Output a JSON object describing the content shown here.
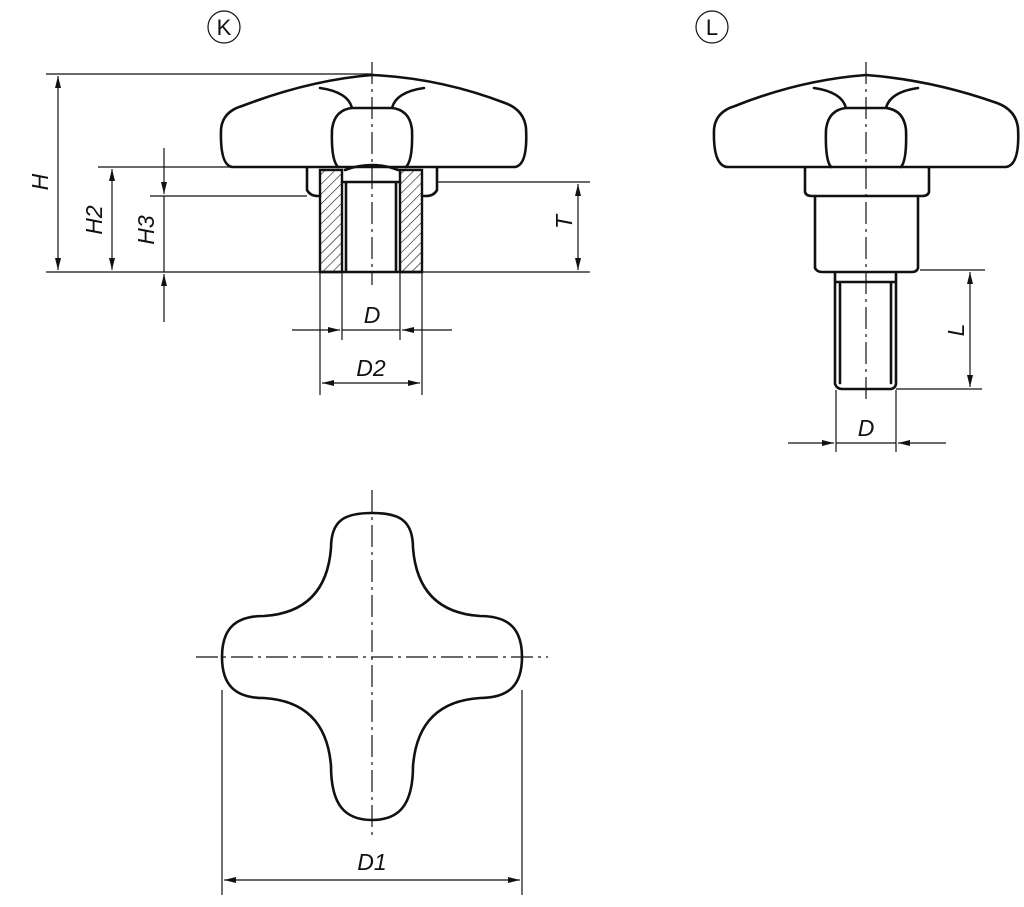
{
  "views": {
    "k": {
      "badge": "K",
      "labels": {
        "h": "H",
        "h2": "H2",
        "h3": "H3",
        "t": "T",
        "d": "D",
        "d2": "D2"
      }
    },
    "l": {
      "badge": "L",
      "labels": {
        "l": "L",
        "d": "D"
      }
    },
    "top": {
      "labels": {
        "d1": "D1"
      }
    }
  },
  "colors": {
    "line": "#111111",
    "background": "#ffffff"
  }
}
